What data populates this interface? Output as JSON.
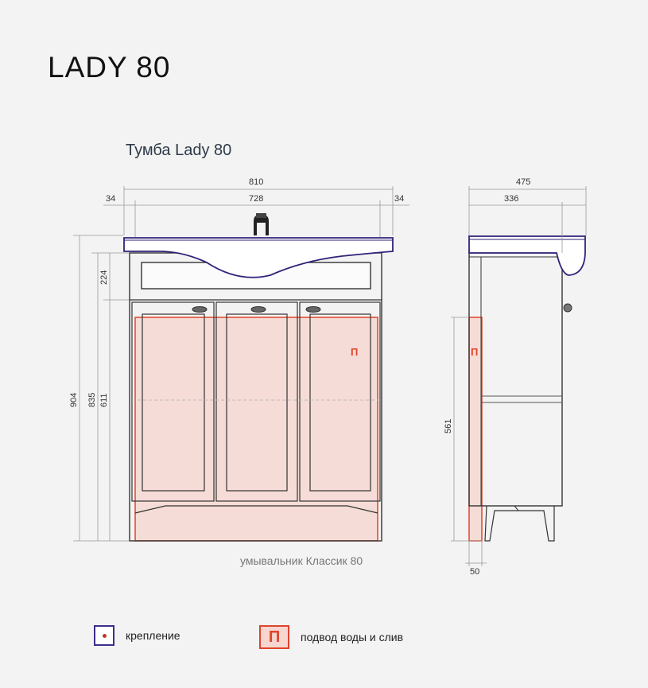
{
  "title": "LADY 80",
  "subtitle": "Тумба Lady 80",
  "basin_label": "умывальник  Классик 80",
  "colors": {
    "outline": "#333333",
    "basin": "#2e237a",
    "water_zone_border": "#e0442b",
    "water_zone_fill": "#f6dcd6",
    "dimension_line": "#999999"
  },
  "front_view": {
    "dims": {
      "total_width": "810",
      "inner_width": "728",
      "left_offset": "34",
      "right_offset": "34",
      "total_height": "904",
      "cabinet_height": "835",
      "drawer_height": "224",
      "door_height": "611"
    },
    "zone_marker": "П"
  },
  "side_view": {
    "dims": {
      "depth_total": "475",
      "depth_cabinet": "336",
      "zone_height": "561",
      "zone_width": "50"
    },
    "zone_marker": "П"
  },
  "legend": [
    {
      "icon": "mounting-point-icon",
      "label": "крепление"
    },
    {
      "icon": "water-supply-icon",
      "symbol": "П",
      "label": "подвод воды и слив"
    }
  ]
}
